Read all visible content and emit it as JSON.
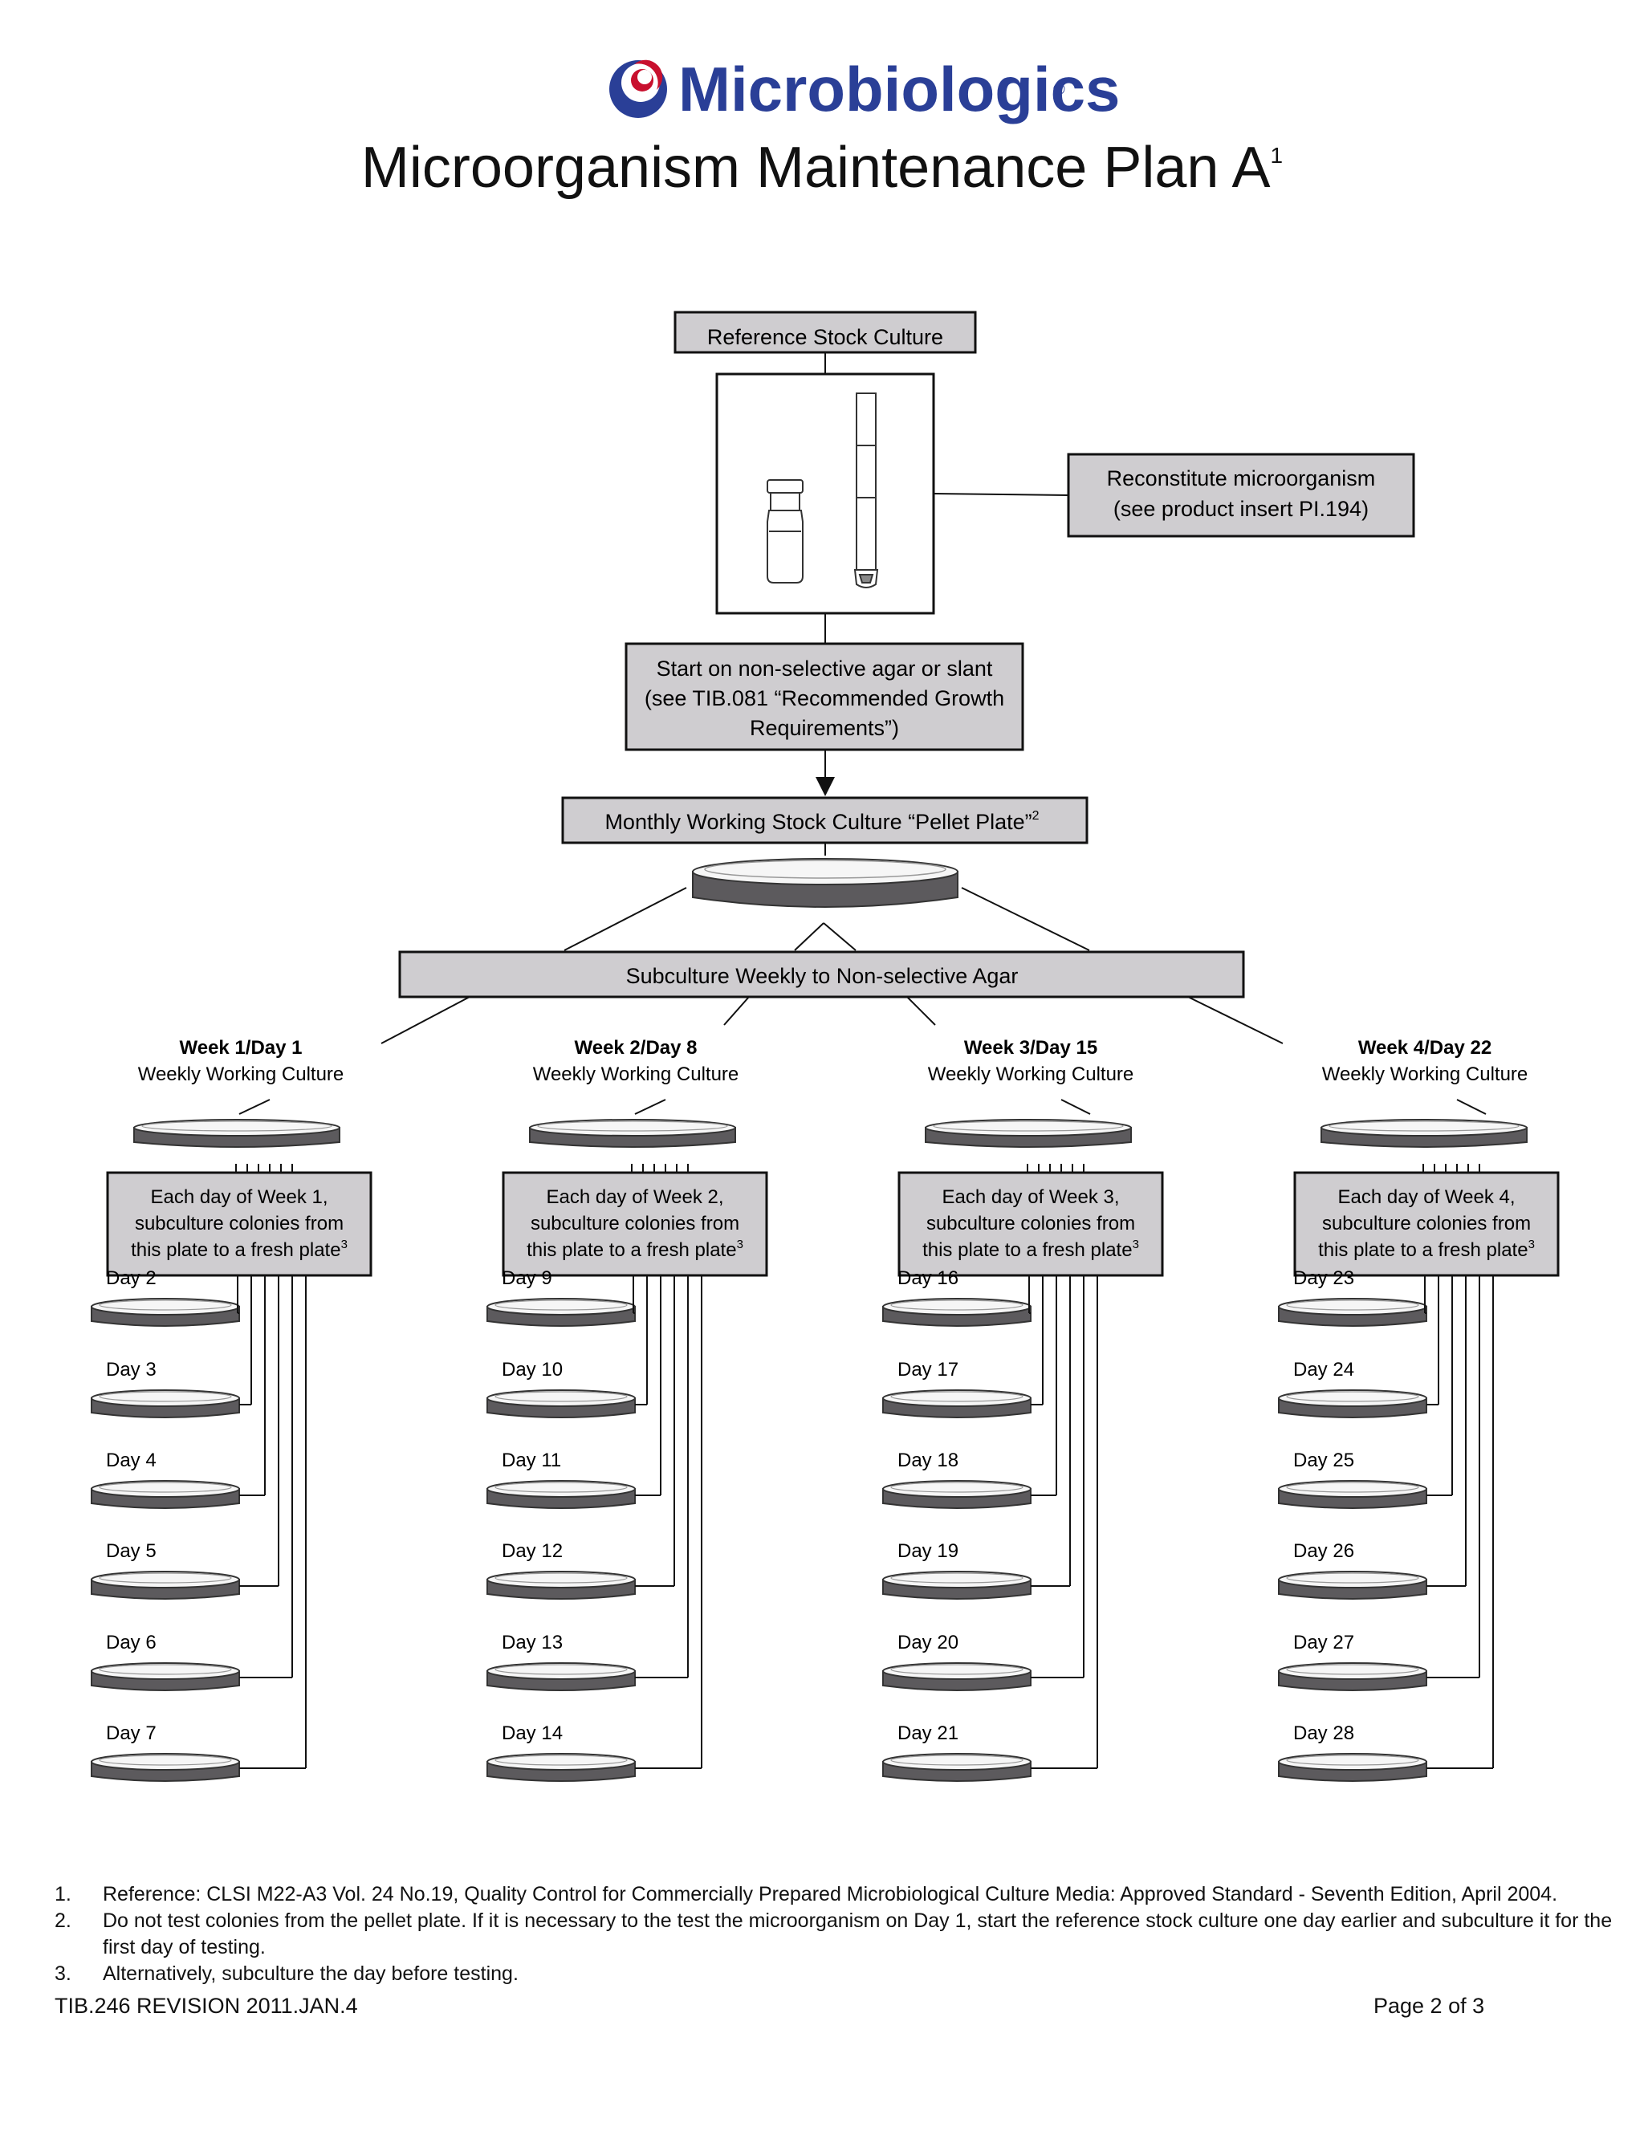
{
  "brand": {
    "name": "Microbiologics",
    "registered": "®",
    "primary_color": "#2a3f97",
    "accent_color": "#c8102e"
  },
  "title": {
    "text": "Microorganism Maintenance Plan A",
    "superscript": "1"
  },
  "boxes": {
    "reference_stock": "Reference Stock Culture",
    "reconstitute": [
      "Reconstitute microorganism",
      "(see product insert PI.194)"
    ],
    "start_agar": [
      "Start on non-selective agar or slant",
      "(see TIB.081 “Recommended Growth",
      "Requirements”)"
    ],
    "pellet_plate": {
      "text": "Monthly Working Stock Culture “Pellet Plate”",
      "superscript": "2"
    },
    "weekly_subculture": "Subculture Weekly to Non-selective Agar"
  },
  "weeks": [
    {
      "heading": "Week 1/Day 1",
      "subheading": "Weekly Working Culture",
      "instruction": [
        "Each day of  Week 1,",
        "subculture colonies from",
        "this plate to a fresh plate"
      ],
      "superscript": "3",
      "days": [
        "Day 2",
        "Day 3",
        "Day 4",
        "Day 5",
        "Day 6",
        "Day 7"
      ]
    },
    {
      "heading": "Week 2/Day 8",
      "subheading": "Weekly Working Culture",
      "instruction": [
        "Each day of  Week 2,",
        "subculture colonies from",
        "this plate to a fresh plate"
      ],
      "superscript": "3",
      "days": [
        "Day 9",
        "Day 10",
        "Day 11",
        "Day 12",
        "Day 13",
        "Day 14"
      ]
    },
    {
      "heading": "Week 3/Day 15",
      "subheading": "Weekly Working Culture",
      "instruction": [
        "Each day of  Week 3,",
        "subculture colonies from",
        "this plate to a fresh plate"
      ],
      "superscript": "3",
      "days": [
        "Day 16",
        "Day 17",
        "Day 18",
        "Day 19",
        "Day 20",
        "Day 21"
      ]
    },
    {
      "heading": "Week 4/Day 22",
      "subheading": "Weekly Working Culture",
      "instruction": [
        "Each day of  Week 4,",
        "subculture colonies from",
        "this plate to a fresh plate"
      ],
      "superscript": "3",
      "days": [
        "Day 23",
        "Day 24",
        "Day 25",
        "Day 26",
        "Day 27",
        "Day 28"
      ]
    }
  ],
  "footnotes": [
    {
      "num": "1.",
      "text": "Reference: CLSI M22-A3 Vol. 24 No.19, Quality Control for Commercially Prepared Microbiological Culture Media: Approved Standard - Seventh Edition, April 2004."
    },
    {
      "num": "2.",
      "text": "Do not test colonies from the pellet plate. If it is necessary to the test the microorganism on Day 1, start the reference stock culture one day earlier and subculture it for the first day of testing."
    },
    {
      "num": "3.",
      "text": "Alternatively, subculture the day before testing."
    }
  ],
  "footer": {
    "doc_id": "TIB.246 REVISION 2011.JAN.4",
    "page": "Page 2 of 3"
  },
  "colors": {
    "box_fill": "#cfcdd0",
    "plate_dark": "#5c5a5d",
    "plate_light": "#f6f6f6",
    "line": "#111111"
  }
}
